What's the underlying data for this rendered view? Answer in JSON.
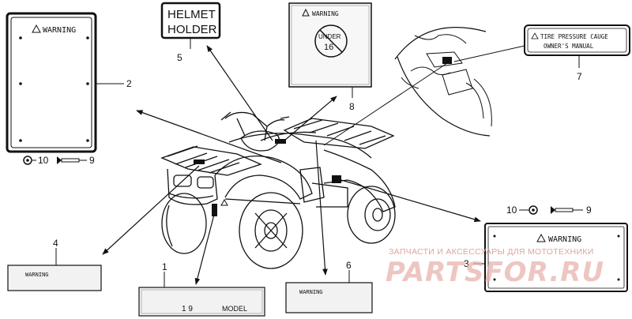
{
  "callouts": {
    "c1": "1",
    "c2": "2",
    "c3": "3",
    "c4": "4",
    "c5": "5",
    "c6": "6",
    "c7": "7",
    "c8": "8",
    "c9a": "9",
    "c9b": "9",
    "c10a": "10",
    "c10b": "10"
  },
  "labels": {
    "warning_big_left": "WARNING",
    "warning_big_right": "WARNING",
    "warning_4": "WARNING",
    "warning_6": "WARNING",
    "warning_8": "WARNING",
    "helmet_line1": "HELMET",
    "helmet_line2": "HOLDER",
    "model_number": "1 9",
    "model_text": "MODEL",
    "under_text": "UNDER",
    "under_num": "16",
    "tire_line1": "TIRE PRESSURE CAUGE",
    "tire_line2": "OWNER'S MANUAL"
  },
  "watermark": {
    "subtitle": "ЗАПЧАСТИ И АКСЕССУАРЫ ДЛЯ МОТОТЕХНИКИ",
    "brand": "PARTSFOR.RU"
  },
  "colors": {
    "line": "#111111",
    "label_fill": "#f2f2f2",
    "watermark": "#e8b4ae"
  }
}
